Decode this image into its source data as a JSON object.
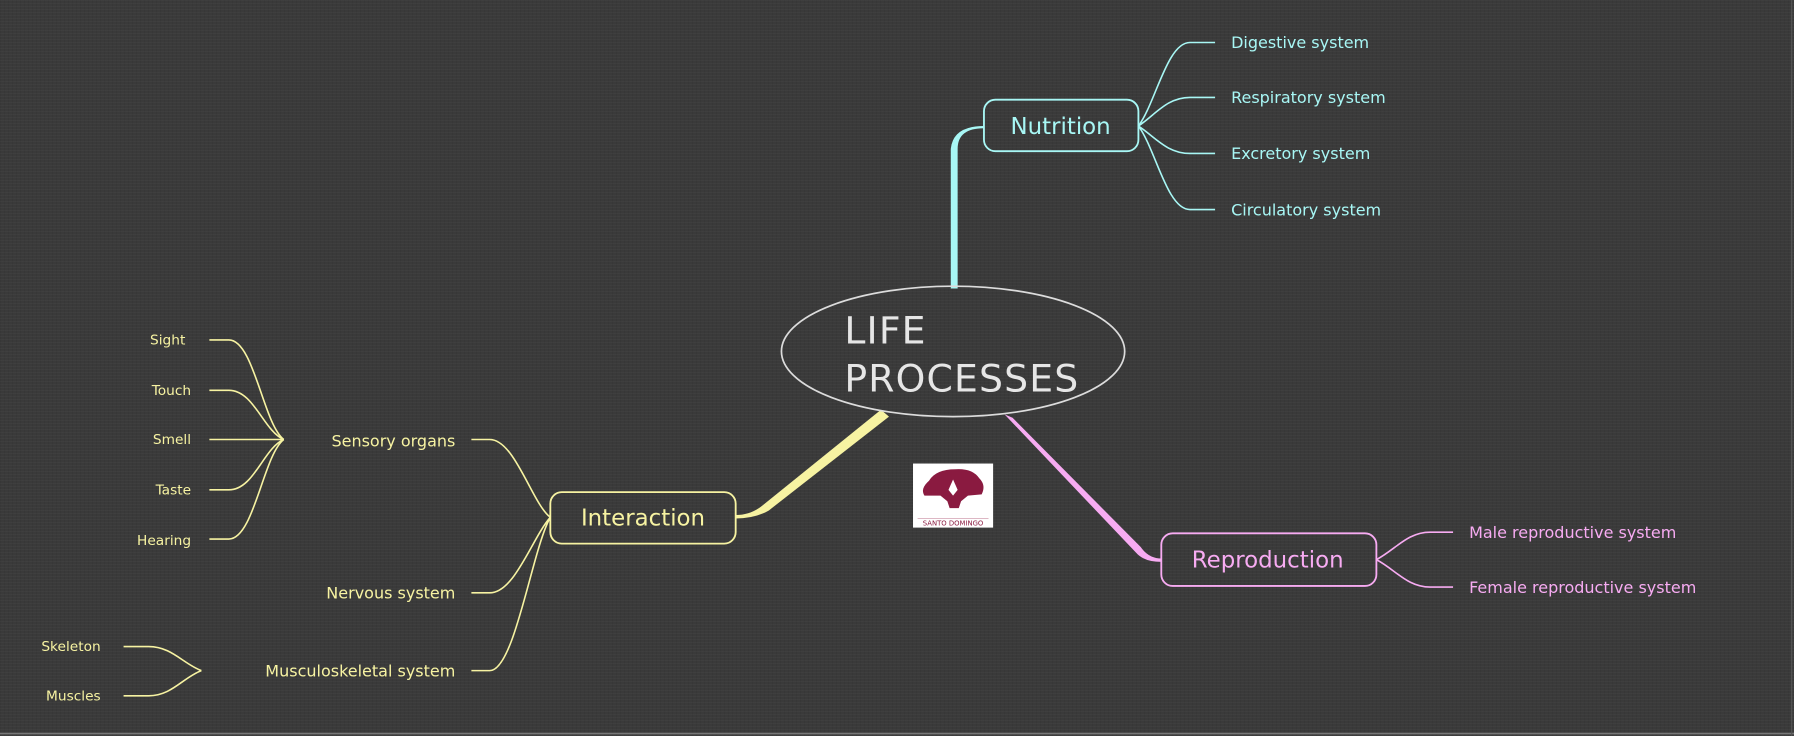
{
  "central": {
    "line1": "LIFE",
    "line2": "PROCESSES"
  },
  "colors": {
    "nutrition": "#a8f7f5",
    "interaction": "#f7f3a2",
    "reproduction": "#f7abf2",
    "center": "#dcdcdc",
    "logo": "#8a1a40"
  },
  "nutrition": {
    "label": "Nutrition",
    "children": [
      "Digestive system",
      "Respiratory system",
      "Excretory system",
      "Circulatory system"
    ]
  },
  "interaction": {
    "label": "Interaction",
    "sensory": {
      "label": "Sensory organs",
      "children": [
        "Sight",
        "Touch",
        "Smell",
        "Taste",
        "Hearing"
      ]
    },
    "nervous": {
      "label": "Nervous system"
    },
    "musculo": {
      "label": "Musculoskeletal system",
      "children": [
        "Skeleton",
        "Muscles"
      ]
    }
  },
  "reproduction": {
    "label": "Reproduction",
    "children": [
      "Male reproductive system",
      "Female reproductive system"
    ]
  },
  "logo": {
    "text": "SANTO DOMINGO"
  }
}
